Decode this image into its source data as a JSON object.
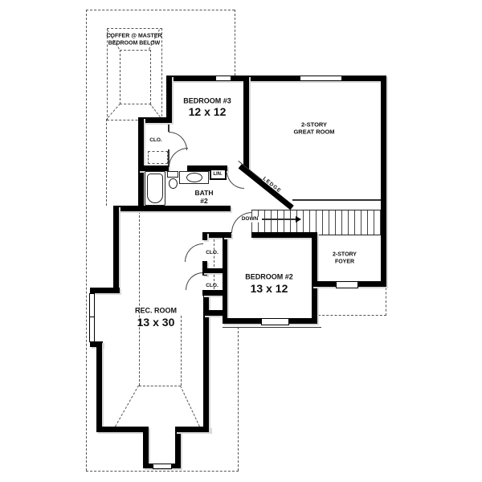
{
  "colors": {
    "walls": "#000000",
    "dashed_lines": "#555555",
    "background": "#ffffff",
    "text": "#111111"
  },
  "rooms": {
    "bedroom3": {
      "name": "BEDROOM #3",
      "dims": "12 x 12"
    },
    "great_room": {
      "line1": "2-STORY",
      "line2": "GREAT ROOM"
    },
    "foyer": {
      "line1": "2-STORY",
      "line2": "FOYER"
    },
    "bedroom2": {
      "name": "BEDROOM #2",
      "dims": "13 x 12"
    },
    "rec_room": {
      "name": "REC. ROOM",
      "dims": "13 x 30"
    },
    "bath2": {
      "line1": "BATH",
      "line2": "#2"
    }
  },
  "annotations": {
    "coffer_line1": "COFFER @ MASTER",
    "coffer_line2": "BEDROOM BELOW",
    "closet_bedroom3": "CLO.",
    "linen_closet": "LIN.",
    "closet_bedroom2_top": "CLO.",
    "closet_bedroom2_bottom": "CLO.",
    "stairs_down": "DOWN",
    "ledge": "LEDGE"
  }
}
